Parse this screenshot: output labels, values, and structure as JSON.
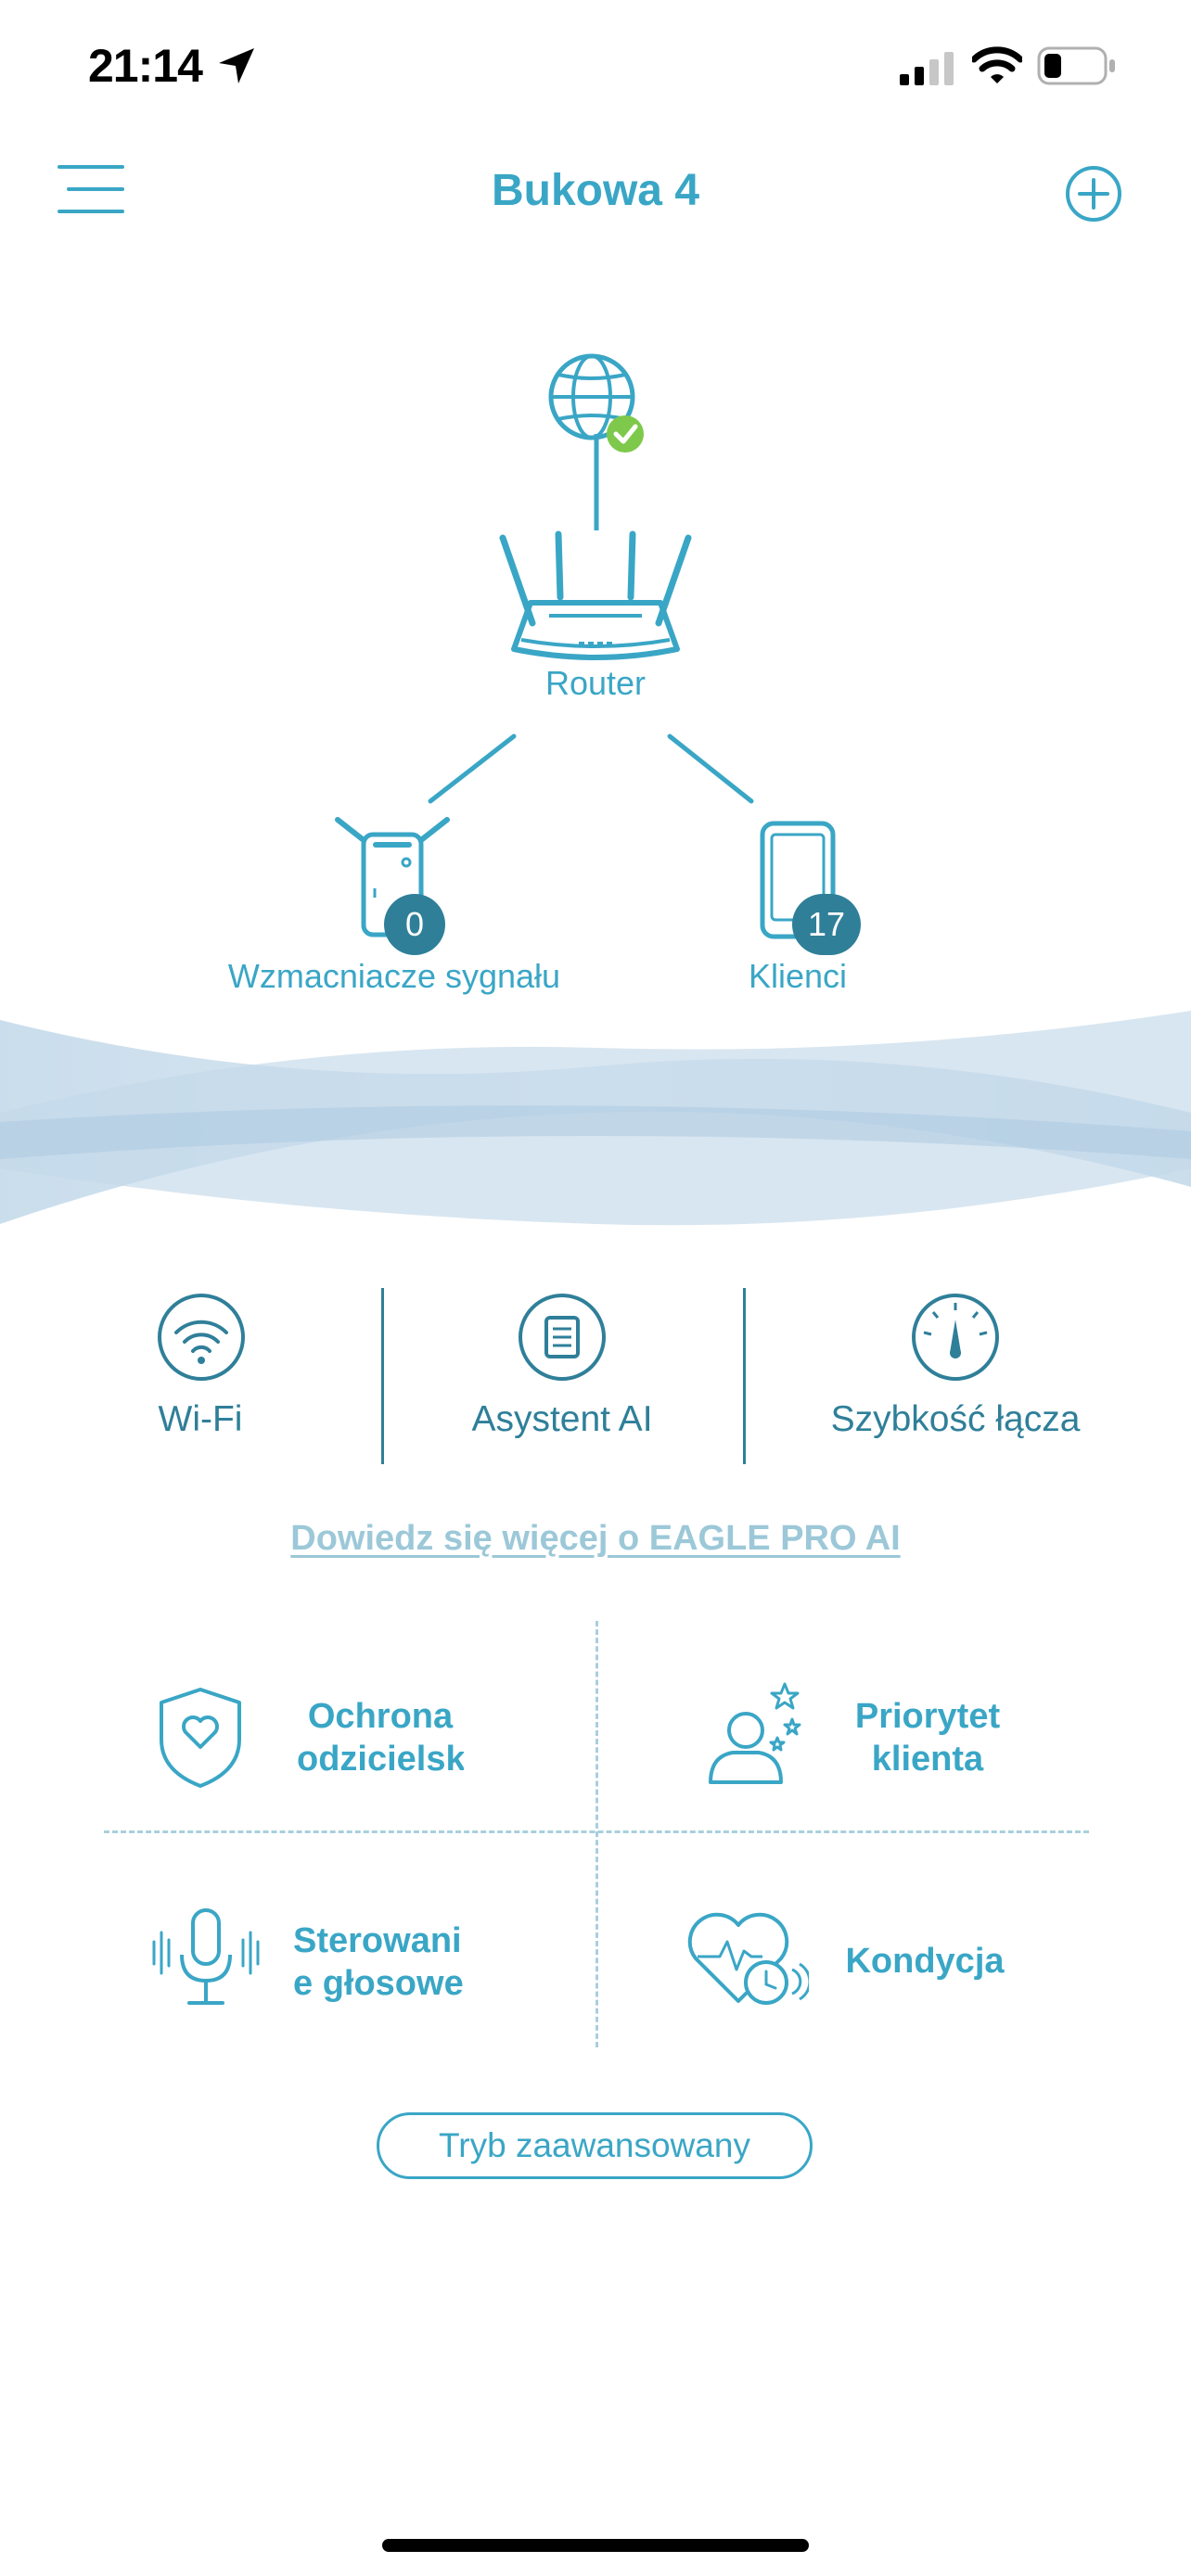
{
  "status": {
    "time": "21:14"
  },
  "header": {
    "title": "Bukowa 4"
  },
  "topology": {
    "router_label": "Router",
    "extenders": {
      "label": "Wzmacniacze sygnału",
      "count": "0"
    },
    "clients": {
      "label": "Klienci",
      "count": "17"
    }
  },
  "features": [
    {
      "label": "Wi-Fi",
      "icon": "wifi-icon"
    },
    {
      "label": "Asystent AI",
      "icon": "assistant-icon"
    },
    {
      "label": "Szybkość łącza",
      "icon": "speedometer-icon"
    }
  ],
  "learn_more": "Dowiedz się więcej o EAGLE PRO AI",
  "tiles": [
    {
      "label_line1": "Ochrona",
      "label_line2": "odzicielska",
      "icon": "shield-heart-icon"
    },
    {
      "label_line1": "Priorytet",
      "label_line2": "klienta",
      "icon": "user-stars-icon"
    },
    {
      "label_line1": "Sterowani",
      "label_line2": "e głosowe",
      "icon": "microphone-icon"
    },
    {
      "label_line1": "Kondycja",
      "label_line2": "",
      "icon": "heart-clock-icon"
    }
  ],
  "advanced_button": "Tryb zaawansowany",
  "colors": {
    "accent": "#3aa6c6",
    "dark_accent": "#2f7f99",
    "success": "#7ec94b",
    "link": "#9cc8d8"
  }
}
